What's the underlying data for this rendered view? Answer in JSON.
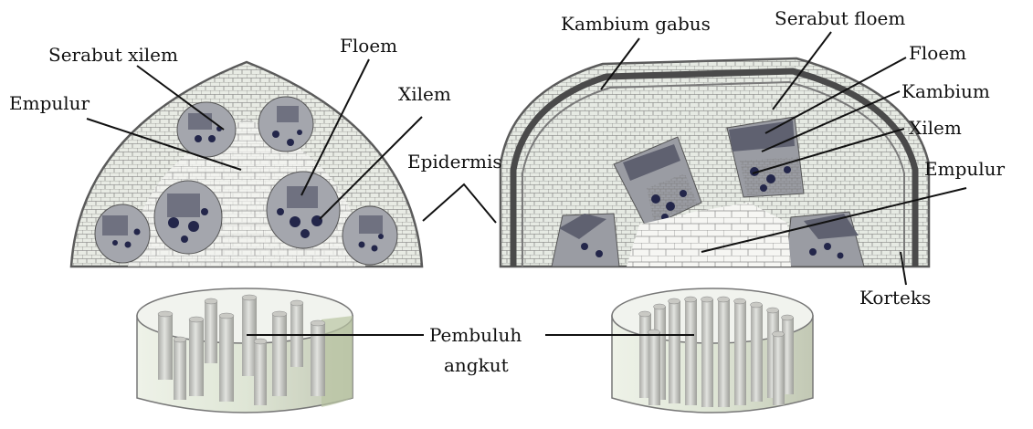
{
  "labels": {
    "serabut_xilem": "Serabut xilem",
    "empulur_left": "Empulur",
    "floem_left": "Floem",
    "xilem_left": "Xilem",
    "epidermis": "Epidermis",
    "kambium_gabus": "Kambium gabus",
    "serabut_floem": "Serabut floem",
    "floem_right": "Floem",
    "kambium": "Kambium",
    "xilem_right": "Xilem",
    "empulur_right": "Empulur",
    "korteks": "Korteks",
    "pembuluh_line1": "Pembuluh",
    "pembuluh_line2": "angkut"
  },
  "colors": {
    "outline": "#5a5a5a",
    "cortex": "#dfe5dc",
    "pith": "#f6f6f3",
    "bundle": "#9a9ca3",
    "xylem_core": "#6f7180",
    "vessel": "#23264a",
    "cork_band": "#4a4a4a",
    "cylinder": "#c9cbc6",
    "cylinder_tint": "#b8c8a8",
    "leader": "#111111"
  }
}
